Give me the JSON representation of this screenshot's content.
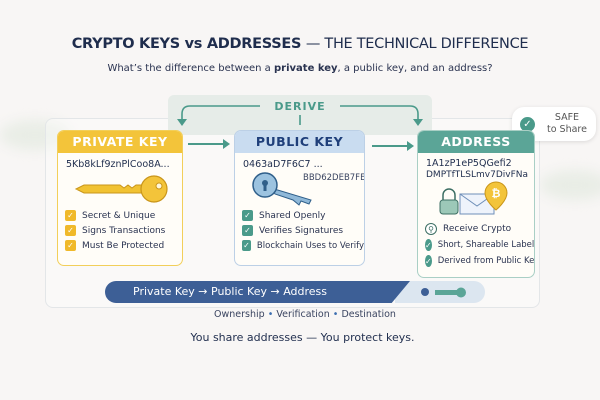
{
  "header": {
    "title_bold": "CRYPTO KEYS vs ADDRESSES",
    "title_rest": "— THE TECHNICAL DIFFERENCE",
    "subtitle_pre": "What’s the difference between a ",
    "subtitle_bold": "private key",
    "subtitle_post": ", a public key, and an address?"
  },
  "derive_label": "DERIVE",
  "safe_badge": {
    "line1": "SAFE",
    "line2": "to Share",
    "icon": "check-circle-icon"
  },
  "cards": {
    "private": {
      "title": "PRIVATE KEY",
      "value": "5Kb8kLf9znPlCoo8A...",
      "icon": "gold-key-icon",
      "features": [
        "Secret & Unique",
        "Signs Transactions",
        "Must Be Protected"
      ]
    },
    "public": {
      "title": "PUBLIC KEY",
      "value": "0463aD7F6C7 ...",
      "value2": "BBD62DEB7FE",
      "icon": "blue-key-icon",
      "features": [
        "Shared Openly",
        "Verifies Signatures",
        "Blockchain Uses to Verify"
      ]
    },
    "address": {
      "title": "ADDRESS",
      "value": "1A1zP1eP5QGefi2",
      "value2": "DMPTfTLSLmv7DivFNa",
      "icon": "lock-envelope-bitcoin-pin-icon",
      "features": [
        "Receive Crypto",
        "Short, Shareable Label",
        "Derived from Public Key"
      ]
    }
  },
  "flow_bar": "Private Key → Public Key → Address",
  "roles": [
    "Ownership",
    "Verification",
    "Destination"
  ],
  "tagline": "You share addresses — You protect keys.",
  "colors": {
    "private": "#f3c43a",
    "public": "#c9dcf0",
    "address": "#5ba597",
    "bar": "#3d5f96",
    "accent": "#4a9a8a"
  }
}
